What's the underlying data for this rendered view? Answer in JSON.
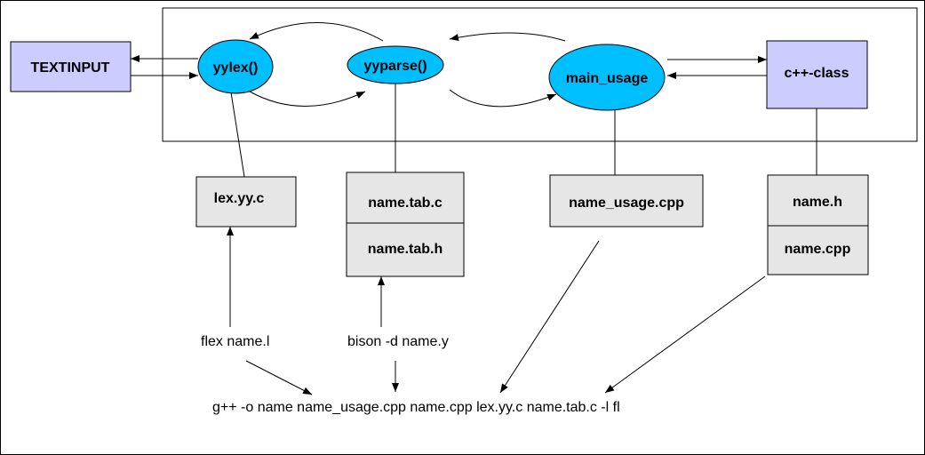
{
  "colors": {
    "ellipse_fill": "#00bfff",
    "class_box_fill": "#ccccff",
    "file_box_fill": "#e6e6e6",
    "line": "#000000"
  },
  "nodes": {
    "textinput": "TEXTINPUT",
    "yylex": "yylex()",
    "yyparse": "yyparse()",
    "main_usage": "main_usage",
    "cpp_class": "c++-class"
  },
  "files": {
    "lex_yy_c": "lex.yy.c",
    "name_tab_c": "name.tab.c",
    "name_tab_h": "name.tab.h",
    "name_usage_cpp": "name_usage.cpp",
    "name_h": "name.h",
    "name_cpp": "name.cpp"
  },
  "commands": {
    "flex": "flex name.l",
    "bison": "bison -d name.y",
    "gpp": "g++ -o name name_usage.cpp name.cpp lex.yy.c name.tab.c -l fl"
  }
}
